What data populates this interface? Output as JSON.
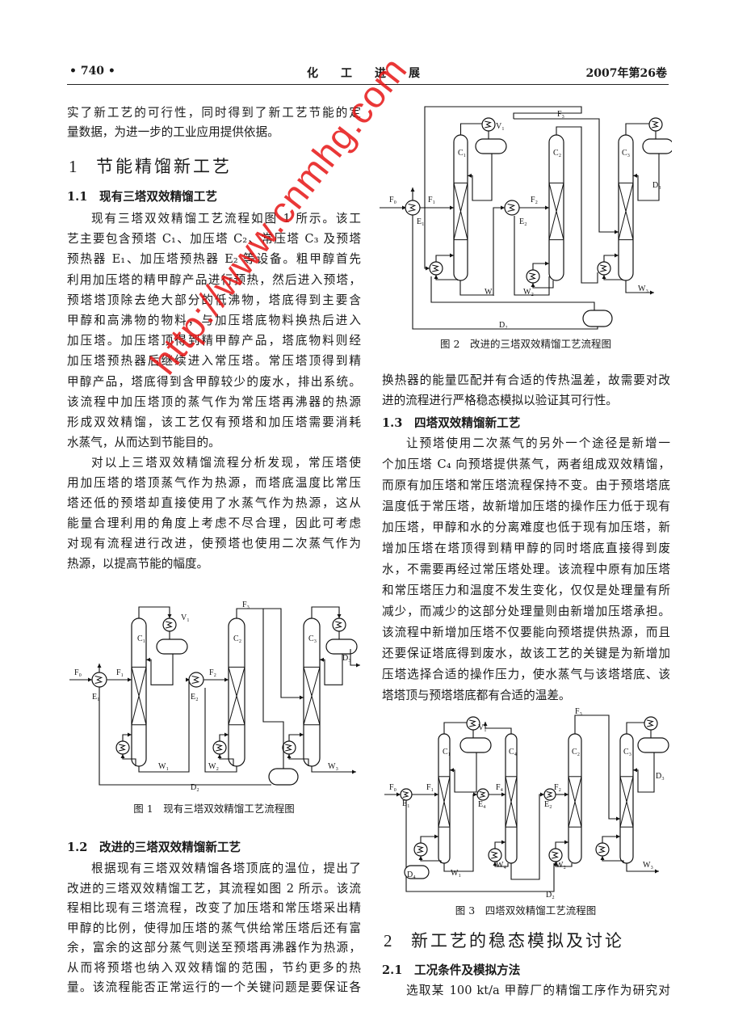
{
  "header": {
    "page": "• 740 •",
    "journal": "化　　工　　进　　展",
    "issue": "2007年第26卷"
  },
  "left": {
    "p0": [
      "实了新工艺的可行性，同时得到了新工艺节能的定",
      "量数据，为进一步的工业应用提供依据。"
    ],
    "sec1": {
      "num": "1",
      "title": "节能精馏新工艺"
    },
    "sec11": {
      "num": "1.1",
      "title": "现有三塔双效精馏工艺"
    },
    "p1": [
      "现有三塔双效精馏工艺流程如图 1 所示。该工",
      "艺主要包含预塔 C₁、加压塔 C₂、常压塔 C₃ 及预塔",
      "预热器 E₁、加压塔预热器 E₂ 等设备。粗甲醇首先",
      "利用加压塔的精甲醇产品进行预热，然后进入预塔，",
      "预塔塔顶除去绝大部分的低沸物，塔底得到主要含",
      "甲醇和高沸物的物料，与加压塔底物料换热后进入",
      "加压塔。加压塔顶得到精甲醇产品，塔底物料则经",
      "加压塔预热器后继续进入常压塔。常压塔顶得到精",
      "甲醇产品，塔底得到含甲醇较少的废水，排出系统。",
      "该流程中加压塔顶的蒸气作为常压塔再沸器的热源",
      "形成双效精馏，该工艺仅有预塔和加压塔需要消耗",
      "水蒸气，从而达到节能目的。"
    ],
    "p2": [
      "对以上三塔双效精馏流程分析发现，常压塔使",
      "用加压塔的塔顶蒸气作为热源，而塔底温度比常压",
      "塔还低的预塔却直接使用了水蒸气作为热源，这从",
      "能量合理利用的角度上考虑不尽合理，因此可考虑",
      "对现有流程进行改进，使预塔也使用二次蒸气作为",
      "热源，以提高节能的幅度。"
    ],
    "fig1_caption": "图 1　现有三塔双效精馏工艺流程图",
    "sec12": {
      "num": "1.2",
      "title": "改进的三塔双效精馏新工艺"
    },
    "p3": [
      "根据现有三塔双效精馏各塔顶底的温位，提出了",
      "改进的三塔双效精馏工艺，其流程如图 2 所示。该流",
      "程相比现有三塔流程，改变了加压塔和常压塔采出精",
      "甲醇的比例，使得加压塔的蒸气供给常压塔后还有富",
      "余，富余的这部分蒸气则送至预塔再沸器作为热源，",
      "从而将预塔也纳入双效精馏的范围，节约更多的热",
      "量。该流程能否正常运行的一个关键问题是要保证各"
    ]
  },
  "right": {
    "fig2_caption": "图 2　改进的三塔双效精馏工艺流程图",
    "p4": [
      "换热器的能量匹配并有合适的传热温差，故需要对改",
      "进的流程进行严格稳态模拟以验证其可行性。"
    ],
    "sec13": {
      "num": "1.3",
      "title": "四塔双效精馏新工艺"
    },
    "p5": [
      "让预塔使用二次蒸气的另外一个途径是新增一",
      "个加压塔 C₄ 向预塔提供蒸气，两者组成双效精馏，",
      "而原有加压塔和常压塔流程保持不变。由于预塔塔底",
      "温度低于常压塔，故新增加压塔的操作压力低于现有",
      "加压塔，甲醇和水的分离难度也低于现有加压塔，新",
      "增加压塔在塔顶得到精甲醇的同时塔底直接得到废",
      "水，不需要再经过常压塔处理。该流程中原有加压塔",
      "和常压塔压力和温度不发生变化，仅仅是处理量有所",
      "减少，而减少的这部分处理量则由新增加压塔承担。",
      "该流程中新增加压塔不仅要能向预塔提供热源，而且",
      "还要保证塔底得到废水，故该工艺的关键是为新增加",
      "压塔选择合适的操作压力，使水蒸气与该塔塔底、该",
      "塔塔顶与预塔塔底都有合适的温差。"
    ],
    "fig3_caption": "图 3　四塔双效精馏工艺流程图",
    "sec2": {
      "num": "2",
      "title": "新工艺的稳态模拟及讨论"
    },
    "sec21": {
      "num": "2.1",
      "title": "工况条件及模拟方法"
    },
    "p6": [
      "选取某 100 kt/a 甲醇厂的精馏工序作为研究对"
    ]
  },
  "figures": {
    "fig1": {
      "F0": "F₀",
      "F1": "F₁",
      "F2": "F₂",
      "F3": "F₃",
      "E1": "E₁",
      "E2": "E₂",
      "C1": "C₁",
      "C2": "C₂",
      "C3": "C₃",
      "V1": "V₁",
      "D2": "D₂",
      "D3": "D₃",
      "W1": "W₁",
      "W2": "W₂",
      "W3": "W₃"
    },
    "fig2": {
      "F0": "F₀",
      "F1": "F₁",
      "F2": "F₂",
      "F3": "F₃",
      "E1": "E₁",
      "E2": "E₂",
      "C1": "C₁",
      "C2": "C₂",
      "C3": "C₃",
      "V1": "V₁",
      "D2": "D₂",
      "D3": "D₃",
      "W1": "W₁",
      "W2": "W₂",
      "W3": "W₃"
    },
    "fig3": {
      "F0": "F₀",
      "F1": "F₁",
      "F2": "F₂",
      "F3": "F₃",
      "F4": "F₄",
      "E1": "E₁",
      "E2": "E₂",
      "E4": "E₄",
      "C1": "C₁",
      "C2": "C₂",
      "C3": "C₃",
      "C4": "C₄",
      "V1": "V₁",
      "D2": "D₂",
      "D3": "D₃",
      "D4": "D₄",
      "W1": "W₁",
      "W2": "W₂",
      "W3": "W₃",
      "W4": "W₄"
    }
  },
  "watermark": "http://www.cnmhg.com"
}
